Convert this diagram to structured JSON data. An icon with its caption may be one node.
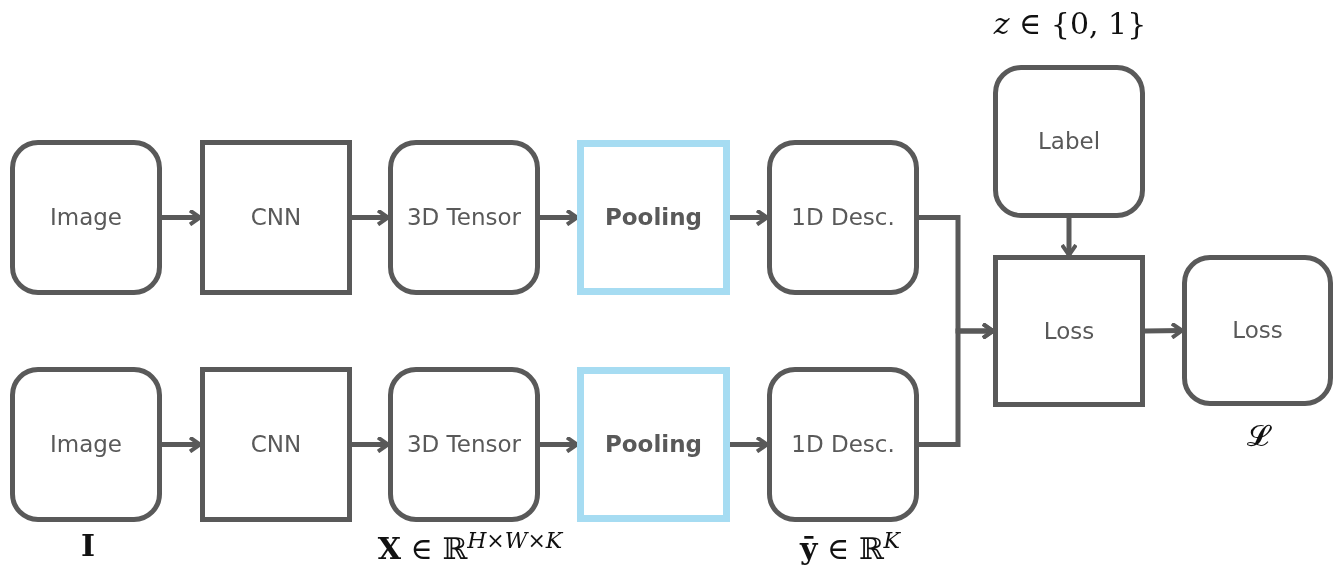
{
  "diagram": {
    "nodes": [
      {
        "text": [
          "Image"
        ]
      },
      {
        "text": [
          "CNN"
        ]
      },
      {
        "text": [
          "3D Tensor"
        ]
      },
      {
        "text": [
          "Pooling"
        ]
      },
      {
        "text": [
          "1D Desc."
        ]
      },
      {
        "text": [
          "Image"
        ],
        "beside": [
          "I"
        ]
      },
      {
        "text": [
          "CNN"
        ]
      },
      {
        "text": [
          "3D Tensor"
        ],
        "beside": [
          "**X** ∈ ℝ$^{H×W×K}$"
        ]
      },
      {
        "text": [
          "Pooling"
        ]
      },
      {
        "text": [
          "1D Desc."
        ],
        "beside": [
          "**ȳ** ∈ ℝ$^{K}$"
        ]
      },
      {
        "text": [
          "Label"
        ],
        "beside": [
          "*z* ∈ {0, 1}"
        ]
      },
      {
        "text": [
          "Loss"
        ]
      },
      {
        "text": [
          "Loss"
        ],
        "beside": [
          "𝓛"
        ]
      }
    ],
    "edges": [
      {
        "from": 0,
        "to": 1,
        "arrow": "to"
      },
      {
        "from": 1,
        "to": 2,
        "arrow": "to"
      },
      {
        "from": 2,
        "to": 3,
        "arrow": "to"
      },
      {
        "from": 3,
        "to": 4,
        "arrow": "to"
      },
      {
        "from": 5,
        "to": 6,
        "arrow": "to"
      },
      {
        "from": 6,
        "to": 7,
        "arrow": "to"
      },
      {
        "from": 7,
        "to": 8,
        "arrow": "to"
      },
      {
        "from": 8,
        "to": 9,
        "arrow": "to"
      },
      {
        "from": 4,
        "to": 11,
        "arrow": "to"
      },
      {
        "from": 9,
        "to": 11,
        "arrow": "to"
      },
      {
        "from": 10,
        "to": 11,
        "arrow": "to"
      },
      {
        "from": 11,
        "to": 12,
        "arrow": "to"
      }
    ]
  }
}
